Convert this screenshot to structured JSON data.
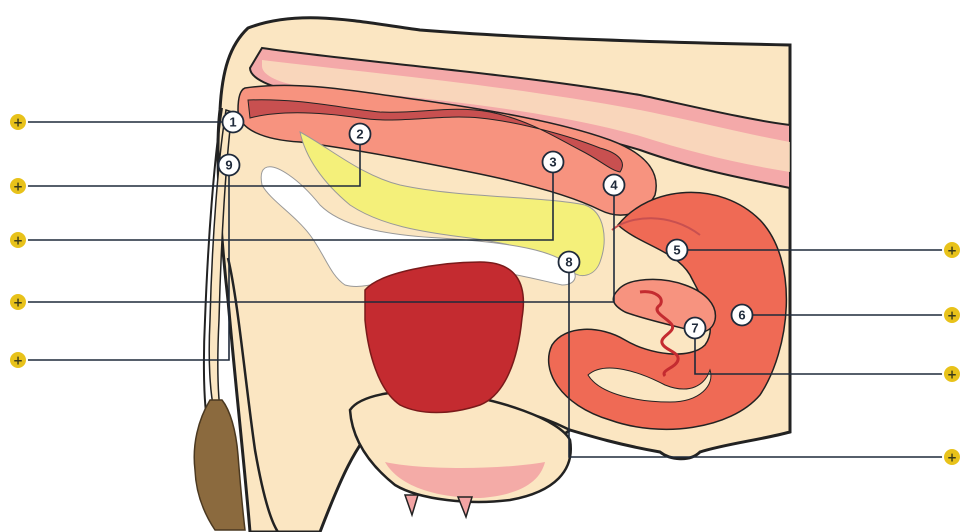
{
  "diagram": {
    "markers": [
      {
        "num": "1",
        "side": "left"
      },
      {
        "num": "2",
        "side": "left"
      },
      {
        "num": "3",
        "side": "left"
      },
      {
        "num": "4",
        "side": "left"
      },
      {
        "num": "5",
        "side": "right"
      },
      {
        "num": "6",
        "side": "right"
      },
      {
        "num": "7",
        "side": "right"
      },
      {
        "num": "8",
        "side": "right"
      },
      {
        "num": "9",
        "side": "left"
      }
    ],
    "plus_glyph": "+",
    "colors": {
      "body": "#fbe6c2",
      "outline": "#222222",
      "spine_band": "#f4a9a9",
      "rectum": "#c85050",
      "uterus": "#ef6a55",
      "uterus_light": "#f7937f",
      "bladder": "#f4f07a",
      "vagina": "#ffffff",
      "udder_inner": "#c42b30",
      "udder_skin": "#f3a4a4",
      "tail": "#8b6a3e",
      "hotspot": "#e8c21a",
      "leader": "#1f2a3a"
    }
  }
}
